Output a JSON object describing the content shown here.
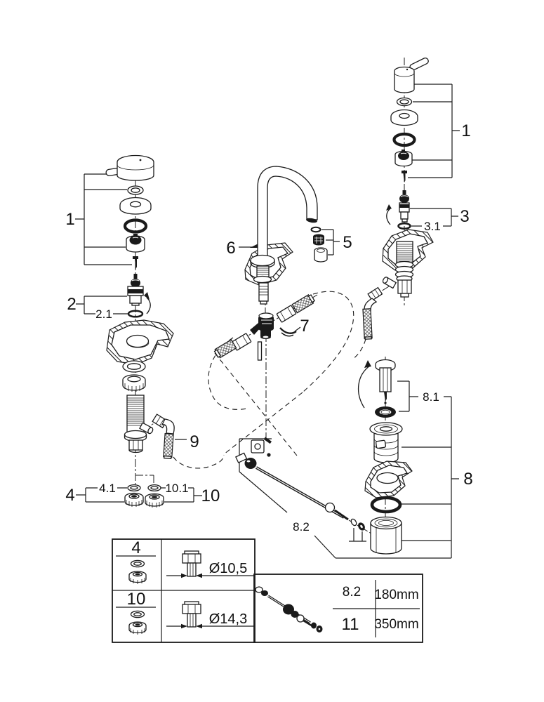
{
  "callouts": {
    "part1_left": "1",
    "part2": "2",
    "part2_sub": "2.1",
    "part4": "4",
    "part4_sub": "4.1",
    "part10": "10",
    "part10_sub": "10.1",
    "part9": "9",
    "part6": "6",
    "part5": "5",
    "part7": "7",
    "part1_right": "1",
    "part3": "3",
    "part3_sub": "3.1",
    "part8": "8",
    "part8_sub1": "8.1",
    "part8_sub2": "8.2"
  },
  "tables": {
    "hose_dimensions": {
      "rows": [
        {
          "part": "4",
          "diameter": "Ø10,5"
        },
        {
          "part": "10",
          "diameter": "Ø14,3"
        }
      ]
    },
    "hose_lengths": {
      "rows": [
        {
          "part": "8.2",
          "length": "180mm"
        },
        {
          "part": "11",
          "length": "350mm"
        }
      ]
    }
  },
  "colors": {
    "line": "#1a1a1a",
    "background": "#ffffff"
  }
}
